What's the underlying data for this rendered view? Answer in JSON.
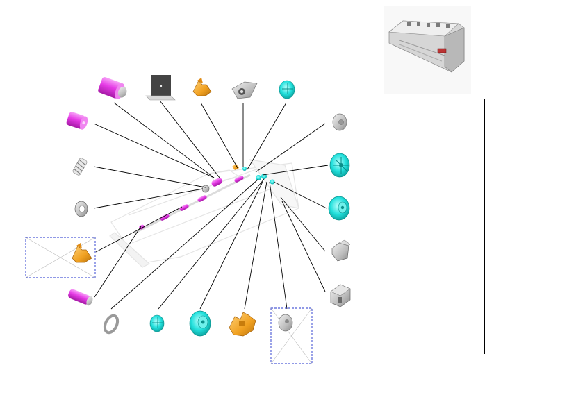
{
  "diagram": {
    "type": "exploded-parts-view",
    "colors": {
      "magenta": "#e63ce6",
      "cyan": "#22e0dc",
      "orange": "#f0a020",
      "gray": "#bdbdbd",
      "dark_gray": "#7a7a7a",
      "leader": "#000000",
      "placeholder_border": "#2233cc"
    },
    "parts": [
      {
        "id": "sleeve-top",
        "icon": "magenta-roller-sleeve",
        "color": "magenta"
      },
      {
        "id": "plate-top",
        "icon": "flat-plate",
        "color": "gray"
      },
      {
        "id": "lever-top",
        "icon": "orange-lever",
        "color": "orange"
      },
      {
        "id": "bracket-top",
        "icon": "gray-bracket",
        "color": "gray"
      },
      {
        "id": "gear-top",
        "icon": "cyan-gear",
        "color": "cyan"
      },
      {
        "id": "sleeve-left",
        "icon": "magenta-roller-sleeve",
        "color": "magenta"
      },
      {
        "id": "spring-left",
        "icon": "spring",
        "color": "gray"
      },
      {
        "id": "washer-left",
        "icon": "gray-washer",
        "color": "gray"
      },
      {
        "id": "lever-left-placeholder",
        "icon": "orange-lever",
        "color": "orange",
        "placeholder": true
      },
      {
        "id": "roller-left",
        "icon": "magenta-roller",
        "color": "magenta"
      },
      {
        "id": "ring-bottom",
        "icon": "ring",
        "color": "gray"
      },
      {
        "id": "gear-bottom-small",
        "icon": "cyan-gear",
        "color": "cyan"
      },
      {
        "id": "gear-bottom-large",
        "icon": "cyan-gear",
        "color": "cyan"
      },
      {
        "id": "housing-bottom",
        "icon": "orange-housing",
        "color": "orange"
      },
      {
        "id": "pulley-bottom-placeholder",
        "icon": "gray-pulley",
        "color": "gray",
        "placeholder": true
      },
      {
        "id": "pulley-right",
        "icon": "gray-pulley",
        "color": "gray"
      },
      {
        "id": "gear-right-1",
        "icon": "cyan-gear",
        "color": "cyan"
      },
      {
        "id": "gear-right-2",
        "icon": "cyan-gear",
        "color": "cyan"
      },
      {
        "id": "clip-right",
        "icon": "gray-clip",
        "color": "gray"
      },
      {
        "id": "block-right",
        "icon": "gray-block",
        "color": "gray"
      }
    ]
  },
  "thumbnail": {
    "icon": "assembly-frame",
    "color": "gray"
  }
}
